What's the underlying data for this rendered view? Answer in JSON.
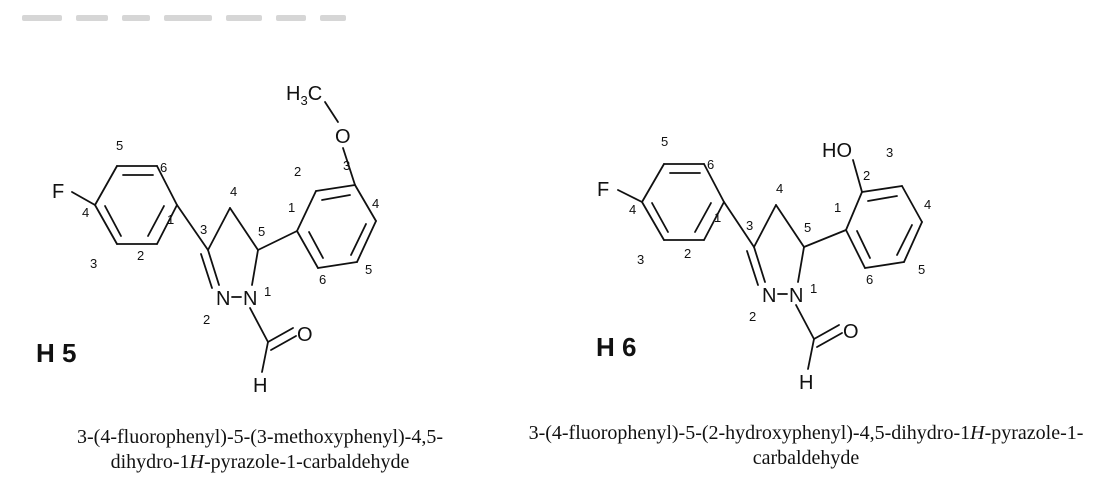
{
  "compounds": [
    {
      "code": "H 5",
      "atoms": {
        "F": "F",
        "O_ald": "O",
        "H_ald": "H",
        "N1": "N",
        "N2": "N",
        "O_sub": "O",
        "CH3_H": "H",
        "CH3_sub": "3",
        "CH3_C": "C"
      },
      "numbers": {
        "fA4": "4",
        "fA5": "5",
        "fA6": "6",
        "fA1": "1",
        "fA2": "2",
        "fA3": "3",
        "p3": "3",
        "p4": "4",
        "p5": "5",
        "p1": "1",
        "p2": "2",
        "a1": "1",
        "a2": "2",
        "a3": "3",
        "a4": "4",
        "a5": "5",
        "a6": "6"
      },
      "name_line1": "3-(4-fluorophenyl)-5-(3-methoxyphenyl)-4,5-",
      "name_line2_pre": "dihydro-1",
      "name_line2_ital": "H",
      "name_line2_post": "-pyrazole-1-carbaldehyde"
    },
    {
      "code": "H 6",
      "atoms": {
        "F": "F",
        "O_ald": "O",
        "H_ald": "H",
        "N1": "N",
        "N2": "N",
        "HO": "HO"
      },
      "numbers": {
        "fA4": "4",
        "fA5": "5",
        "fA6": "6",
        "fA1": "1",
        "fA2": "2",
        "fA3": "3",
        "p3": "3",
        "p4": "4",
        "p5": "5",
        "p1": "1",
        "p2": "2",
        "a1": "1",
        "a2": "2",
        "a3": "3",
        "a4": "4",
        "a5": "5",
        "a6": "6"
      },
      "name_line1_pre": "3-(4-fluorophenyl)-5-(2-hydroxyphenyl)-4,5-dihydro-1",
      "name_line1_ital": "H",
      "name_line1_post": "-pyrazole-1-",
      "name_line2": "carbaldehyde"
    }
  ]
}
